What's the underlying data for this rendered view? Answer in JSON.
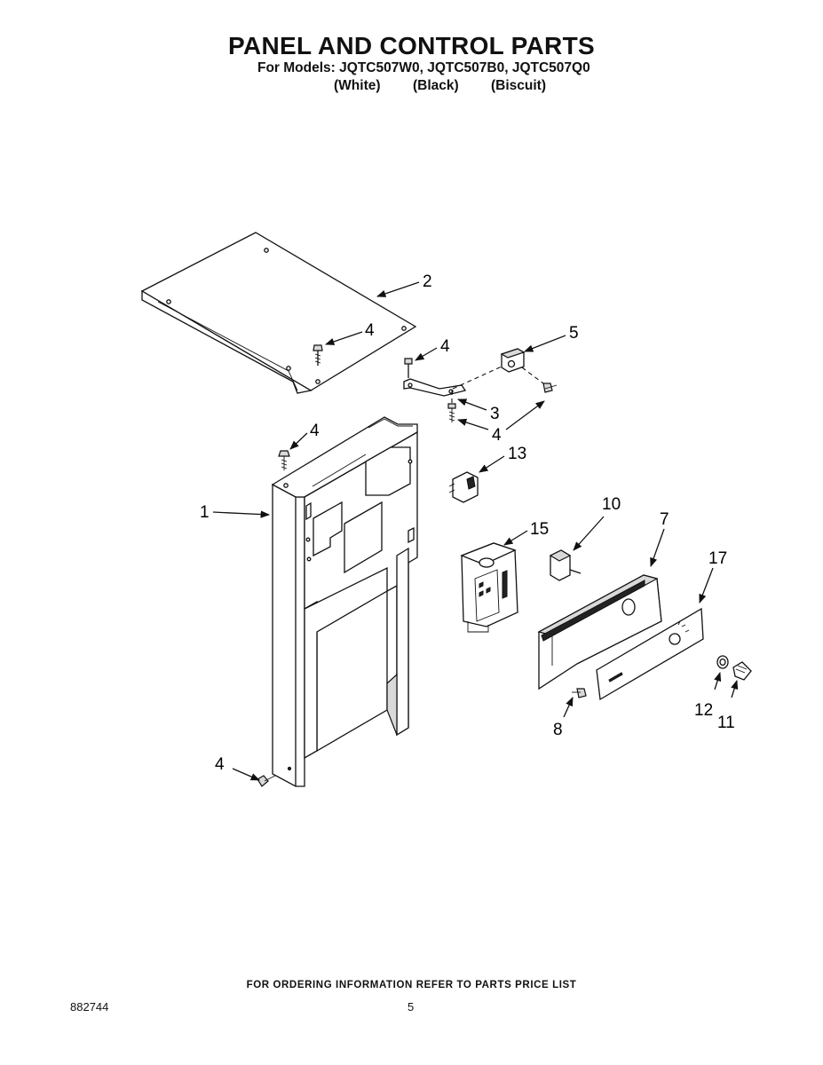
{
  "header": {
    "title": "PANEL AND CONTROL PARTS",
    "models_line": "For Models: JQTC507W0, JQTC507B0, JQTC507Q0",
    "variants": [
      "(White)",
      "(Black)",
      "(Biscuit)"
    ]
  },
  "callouts": {
    "c1": "1",
    "c2": "2",
    "c3": "3",
    "c4a": "4",
    "c4b": "4",
    "c4c": "4",
    "c4d": "4",
    "c4e": "4",
    "c5": "5",
    "c7": "7",
    "c8": "8",
    "c10": "10",
    "c11": "11",
    "c12": "12",
    "c13": "13",
    "c15": "15",
    "c17": "17"
  },
  "footer": {
    "ordering_note": "FOR ORDERING INFORMATION REFER TO PARTS PRICE LIST",
    "doc_number": "882744",
    "page_number": "5"
  }
}
